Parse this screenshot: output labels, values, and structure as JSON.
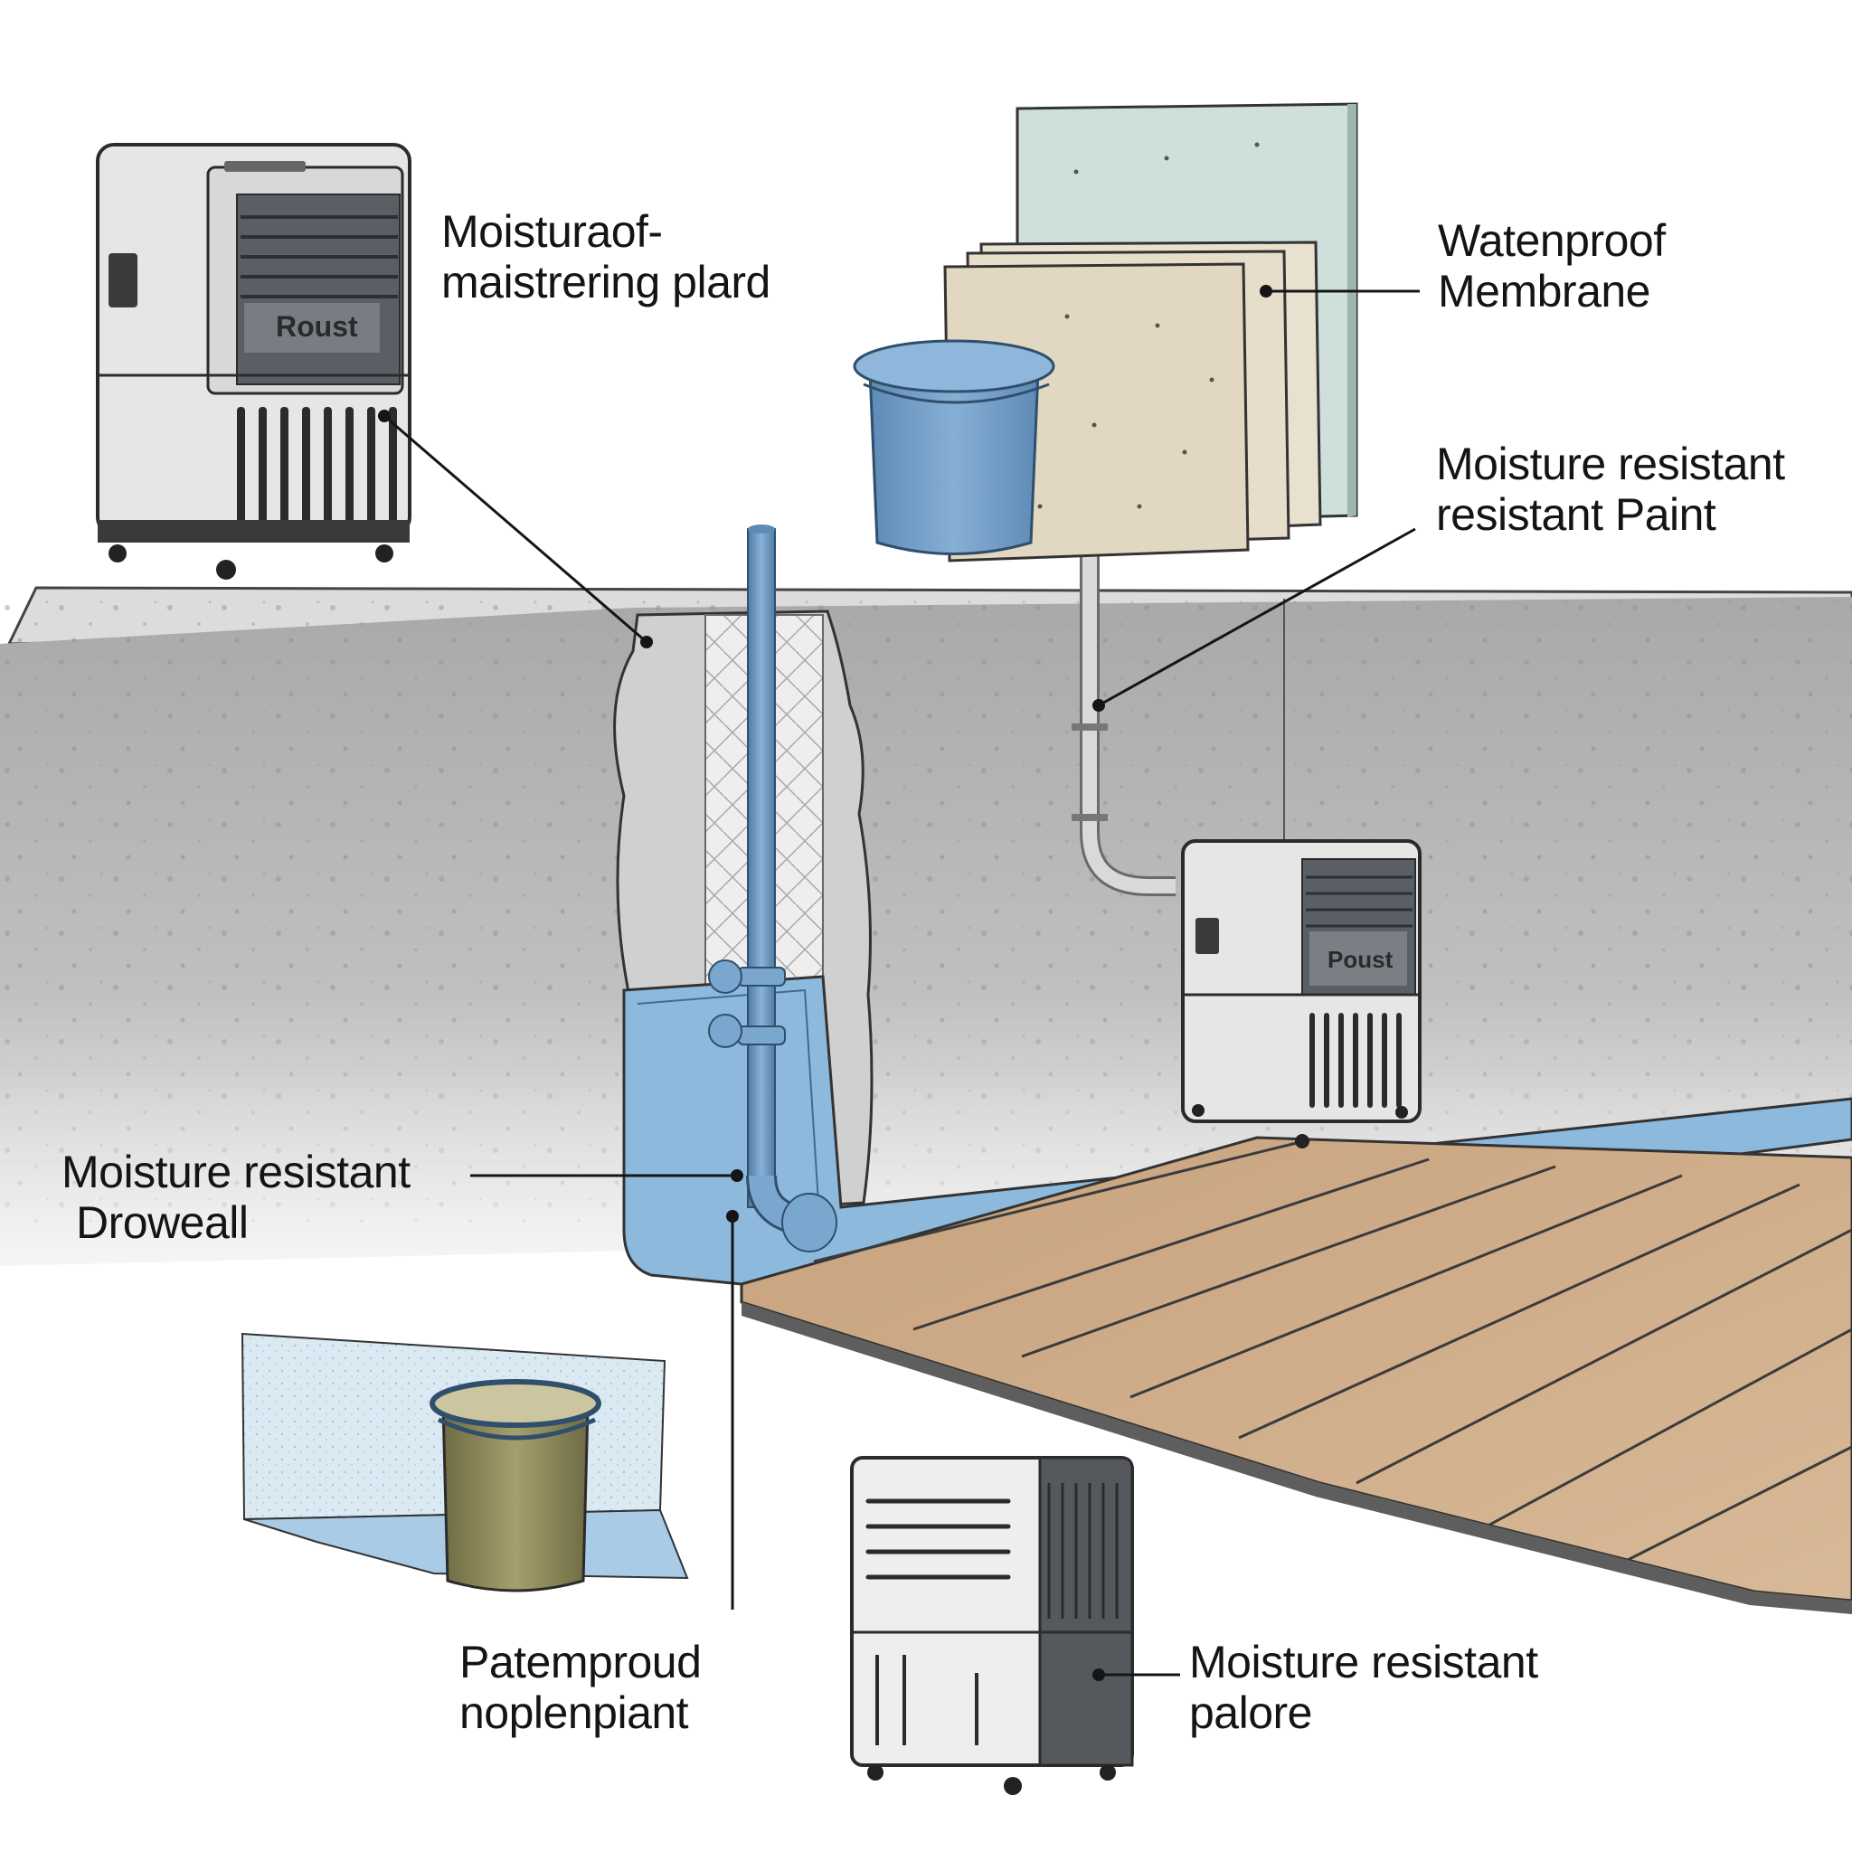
{
  "callouts": {
    "moisturaof": {
      "line1": "Moisturaof-",
      "line2": "maistrering plard"
    },
    "membrane": {
      "line1": "Watenproof",
      "line2": "Membrane"
    },
    "paint": {
      "line1": "Moisture resistant",
      "line2": "resistant Paint"
    },
    "droweall": {
      "line1": "Moisture resistant",
      "line2": "Droweall"
    },
    "patemproud": {
      "line1": "Patemproud",
      "line2": "noplenpiant"
    },
    "palore": {
      "line1": "Moisture resistant",
      "line2": "palore"
    }
  },
  "dehumidifier_brand": "Poust",
  "dehumidifier_brand_top": "Roust",
  "colors": {
    "wall": "#b9b9b9",
    "floor_slab": "#d8d8d8",
    "membrane_blue": "#7aaad1",
    "bucket_blue": "#6f9cc6",
    "wood_floor": "#c9a480",
    "panel_beige": "#e4dcc8",
    "panel_green": "#cfe0dc",
    "dehumidifier_body": "#e6e6e6",
    "dehumidifier_dark": "#555a60"
  },
  "icons": [
    "dehumidifier-icon",
    "bucket-icon",
    "pipe-icon",
    "panel-stack-icon"
  ]
}
